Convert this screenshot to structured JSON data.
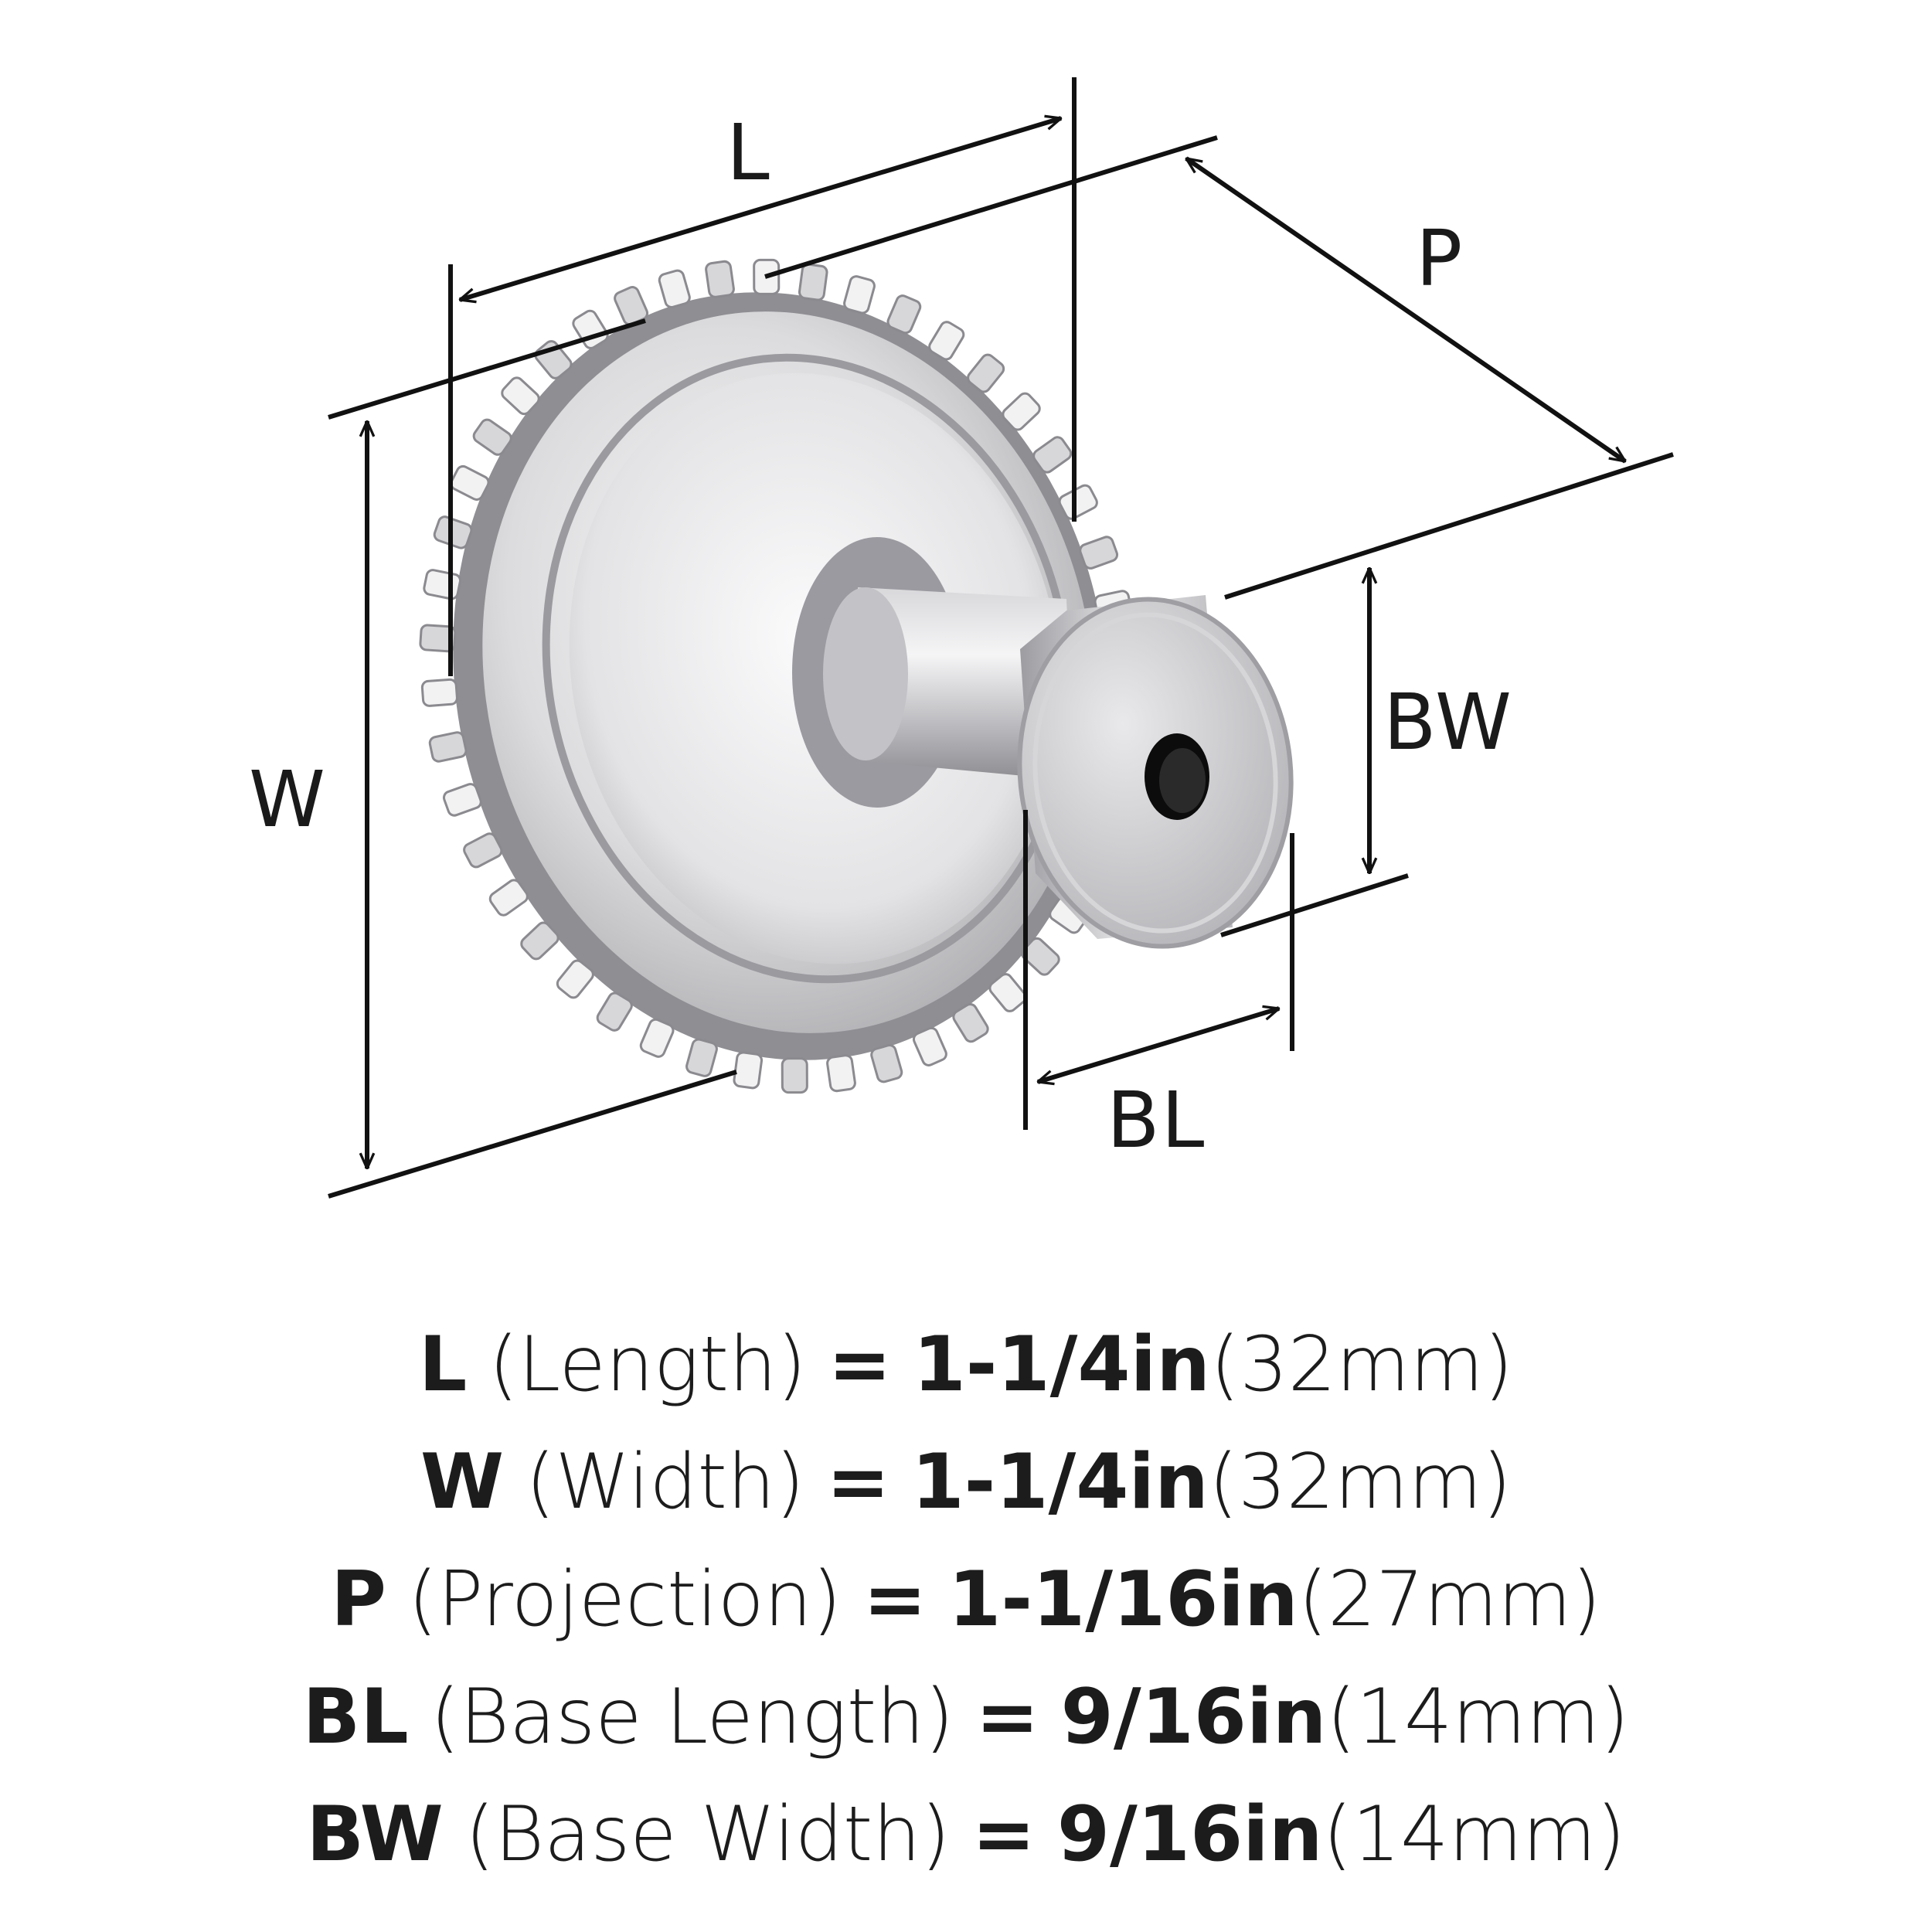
{
  "labels": {
    "L": "L",
    "W": "W",
    "P": "P",
    "BW": "BW",
    "BL": "BL"
  },
  "specs": [
    {
      "symbol": "L",
      "description": "(Length)",
      "equals": "=",
      "imperial": "1-1/4in",
      "metric": "(32mm)"
    },
    {
      "symbol": "W",
      "description": "(Width)",
      "equals": "=",
      "imperial": "1-1/4in",
      "metric": "(32mm)"
    },
    {
      "symbol": "P",
      "description": "(Projection)",
      "equals": "=",
      "imperial": "1-1/16in",
      "metric": "(27mm)"
    },
    {
      "symbol": "BL",
      "description": "(Base Length)",
      "equals": "=",
      "imperial": "9/16in",
      "metric": "(14mm)"
    },
    {
      "symbol": "BW",
      "description": "(Base Width)",
      "equals": "=",
      "imperial": "9/16in",
      "metric": "(14mm)"
    }
  ],
  "colors": {
    "line": "#111111",
    "metal_light": "#f4f4f5",
    "metal_mid": "#c9c9cc",
    "metal_dark": "#7f7f84",
    "hole": "#0c0c0c"
  }
}
